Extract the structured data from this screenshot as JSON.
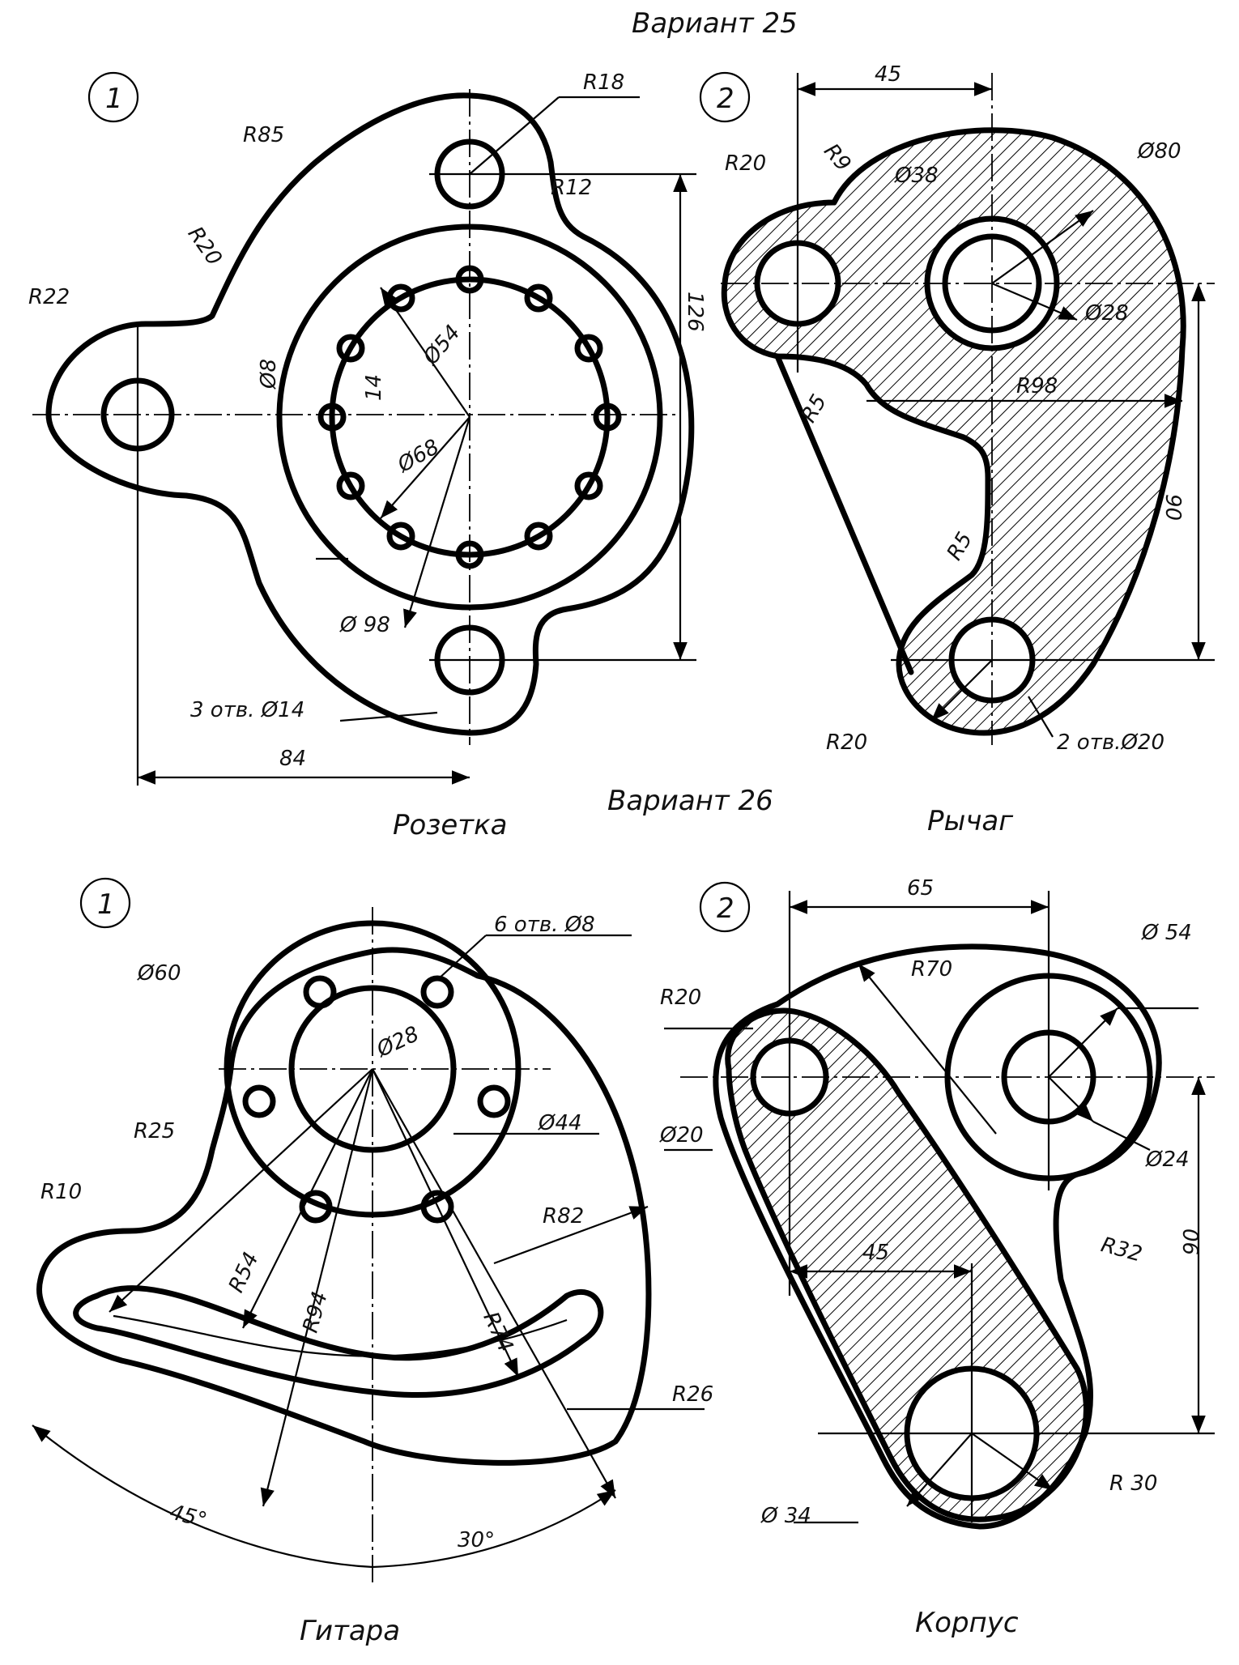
{
  "headings": {
    "variant_25": "Вариант 25",
    "variant_26": "Вариант 26"
  },
  "drawings": {
    "rozetka": {
      "number": "1",
      "name": "Розетка",
      "dims": {
        "r18": "R18",
        "r85": "R85",
        "r12": "R12",
        "r20": "R20",
        "r22": "R22",
        "d8": "Ø8",
        "w14": "14",
        "d54": "Ø54",
        "d68": "Ø68",
        "h126": "126",
        "d98": "Ø 98",
        "holes": "3 отв. Ø14",
        "l84": "84"
      }
    },
    "rychag": {
      "number": "2",
      "name": "Рычаг",
      "dims": {
        "l45": "45",
        "r9": "R9",
        "r20a": "R20",
        "d38": "Ø38",
        "d80": "Ø80",
        "d28": "Ø28",
        "r5a": "R5",
        "r98": "R98",
        "h90": "90",
        "r5b": "R5",
        "r20b": "R20",
        "holes": "2 отв.Ø20"
      }
    },
    "gitara": {
      "number": "1",
      "name": "Гитара",
      "dims": {
        "holes": "6 отв. Ø8",
        "d60": "Ø60",
        "d28": "Ø28",
        "d44": "Ø44",
        "r25": "R25",
        "r10": "R10",
        "r54": "R54",
        "r94": "R94",
        "r82": "R82",
        "r74": "R74",
        "r26": "R26",
        "a45": "45°",
        "a30": "30°"
      }
    },
    "korpus": {
      "number": "2",
      "name": "Корпус",
      "dims": {
        "l65": "65",
        "d54": "Ø 54",
        "r70": "R70",
        "r20": "R20",
        "d20": "Ø20",
        "d24": "Ø24",
        "l45": "45",
        "r32": "R32",
        "h90": "90",
        "r30": "R 30",
        "d34": "Ø 34"
      }
    }
  }
}
